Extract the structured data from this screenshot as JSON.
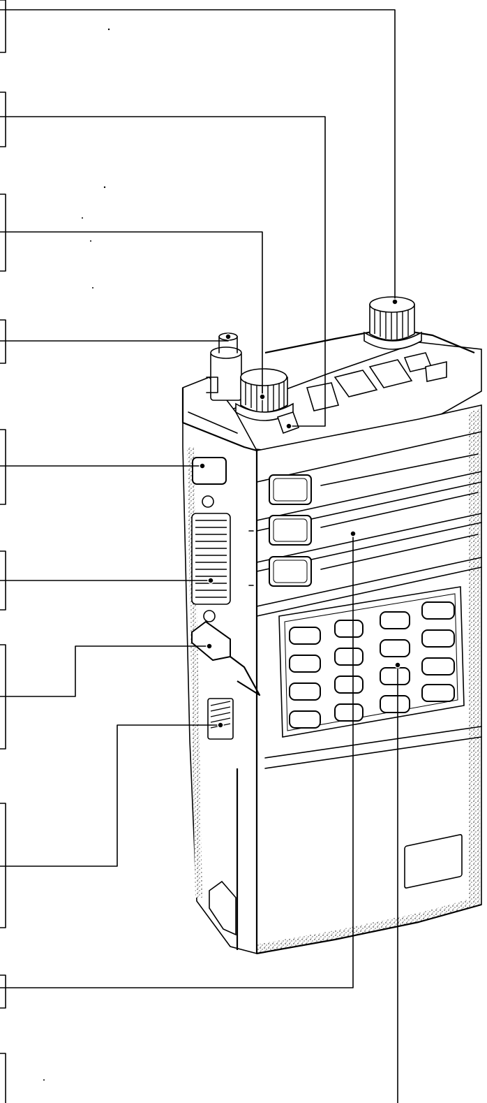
{
  "diagram": {
    "subject": "handheld-radio-transceiver",
    "style": "line-drawing",
    "callouts": [
      {
        "id": "callout-1",
        "target": "right-knob"
      },
      {
        "id": "callout-2",
        "target": "indicator-led"
      },
      {
        "id": "callout-3",
        "target": "left-knob"
      },
      {
        "id": "callout-4",
        "target": "antenna-connector"
      },
      {
        "id": "callout-5",
        "target": "side-button-upper"
      },
      {
        "id": "callout-6",
        "target": "speaker-grille"
      },
      {
        "id": "callout-7",
        "target": "side-button-lower"
      },
      {
        "id": "callout-8",
        "target": "battery-release-latch"
      },
      {
        "id": "callout-9",
        "target": "display-panel"
      },
      {
        "id": "callout-10",
        "target": "keypad"
      }
    ]
  }
}
